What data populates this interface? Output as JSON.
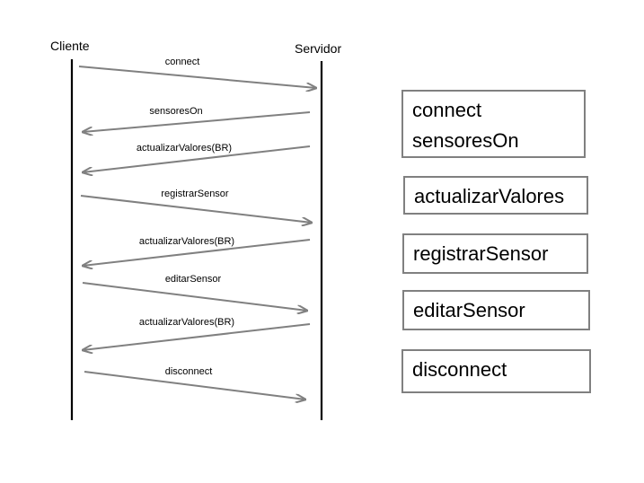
{
  "actors": {
    "client": "Cliente",
    "server": "Servidor"
  },
  "messages": [
    {
      "label": "connect",
      "direction": "to-server"
    },
    {
      "label": "sensoresOn",
      "direction": "to-client"
    },
    {
      "label": "actualizarValores(BR)",
      "direction": "to-client"
    },
    {
      "label": "registrarSensor",
      "direction": "to-server"
    },
    {
      "label": "actualizarValores(BR)",
      "direction": "to-client"
    },
    {
      "label": "editarSensor",
      "direction": "to-server"
    },
    {
      "label": "actualizarValores(BR)",
      "direction": "to-client"
    },
    {
      "label": "disconnect",
      "direction": "to-server"
    }
  ],
  "legend": [
    {
      "lines": [
        "connect",
        "sensoresOn"
      ]
    },
    {
      "lines": [
        "actualizarValores"
      ]
    },
    {
      "lines": [
        "registrarSensor"
      ]
    },
    {
      "lines": [
        "editarSensor"
      ]
    },
    {
      "lines": [
        "disconnect"
      ]
    }
  ],
  "colors": {
    "arrow": "#808080",
    "lifeline": "#000000",
    "box_border": "#808080"
  }
}
